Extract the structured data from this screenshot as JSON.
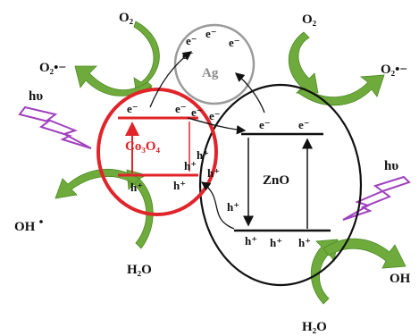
{
  "colors": {
    "cobalt_oxide": "#e0242a",
    "zinc_oxide": "#111111",
    "silver": "#9a9a9a",
    "arrow_green": "#6aa63a",
    "photon": "#a040c0"
  },
  "labels": {
    "o2_left": "O₂",
    "o2_right": "O₂",
    "superoxide_left": "O₂•−",
    "superoxide_right": "O₂•−",
    "hv_left": "hυ",
    "hv_right": "hυ",
    "oh_left": "OH",
    "oh_right": "OH",
    "h2o_left": "H₂O",
    "h2o_right": "H₂O",
    "silver": "Ag",
    "cobalt_oxide": "Co₃O₄",
    "zinc_oxide": "ZnO",
    "electron": "e⁻",
    "hole": "h⁺"
  }
}
